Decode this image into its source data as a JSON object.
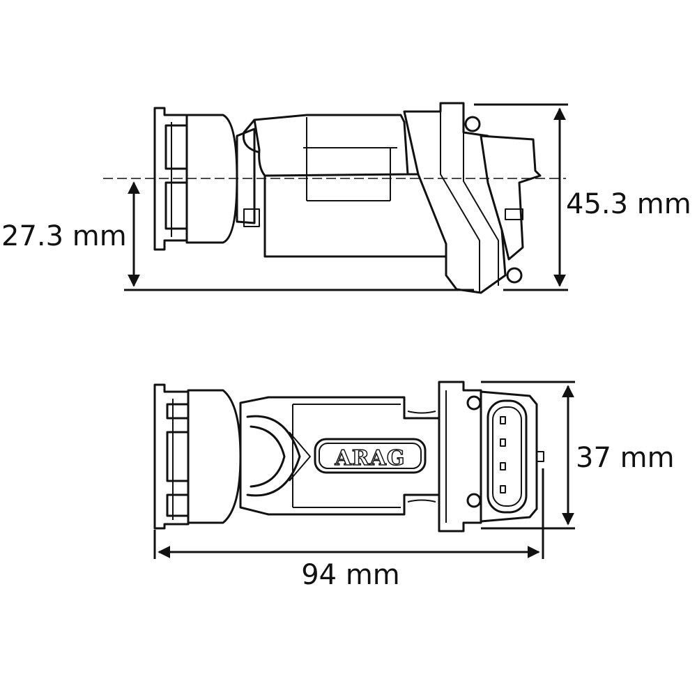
{
  "dimensions": {
    "height_total": "45.3 mm",
    "axis_height": "27.3 mm",
    "width": "37 mm",
    "length": "94 mm"
  },
  "brand": {
    "logo": "ARAG"
  },
  "colors": {
    "ink": "#111111",
    "background": "#ffffff"
  }
}
